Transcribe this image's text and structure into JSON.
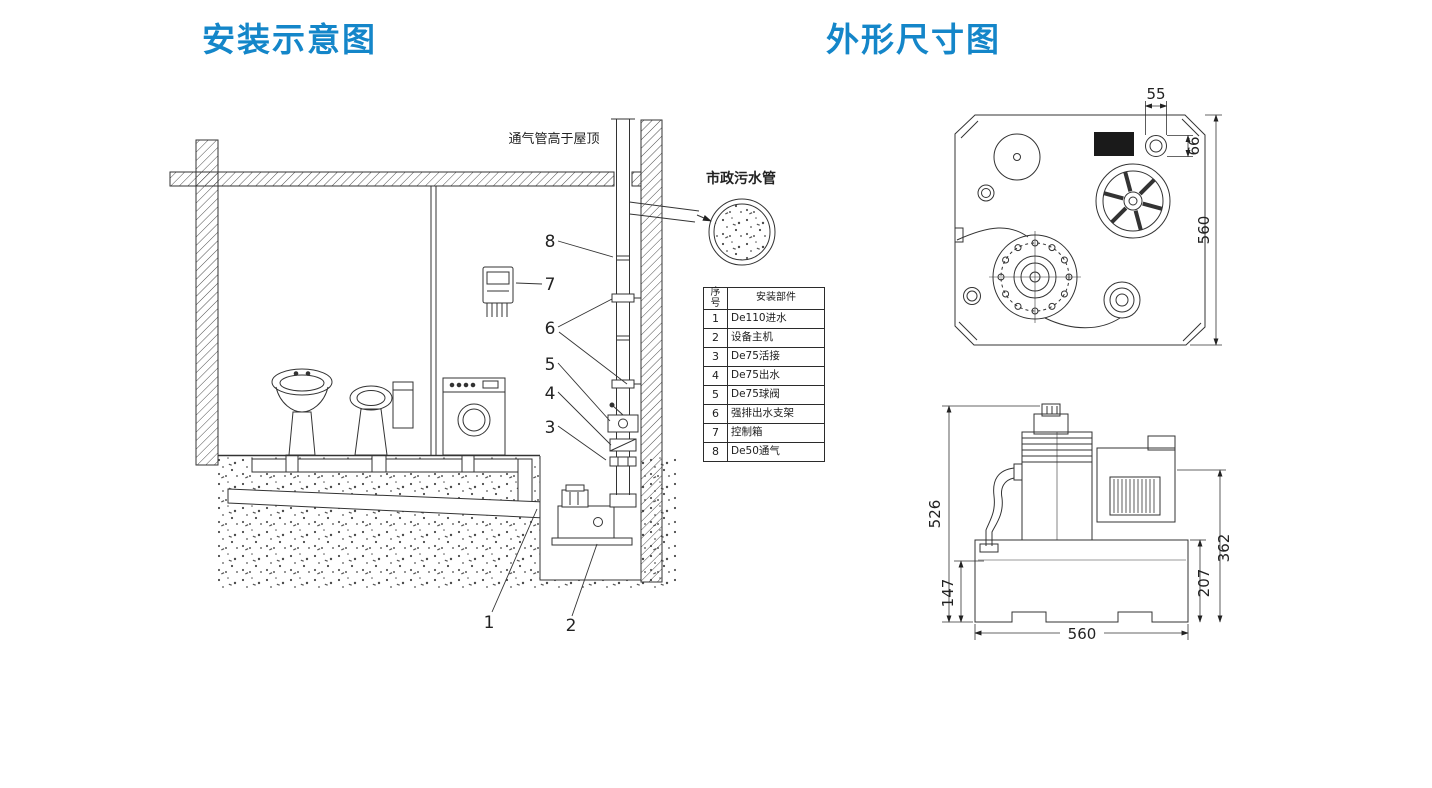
{
  "colors": {
    "title_blue": "#1486c9",
    "line": "#2b2b2b"
  },
  "left_panel": {
    "title": "安装示意图",
    "vent_label": "通气管高于屋顶",
    "municipal_label": "市政污水管",
    "callouts": [
      "1",
      "2",
      "3",
      "4",
      "5",
      "6",
      "7",
      "8"
    ],
    "parts_table": {
      "headers": [
        "序号",
        "安装部件"
      ],
      "rows": [
        {
          "no": "1",
          "part": "De110进水"
        },
        {
          "no": "2",
          "part": "设备主机"
        },
        {
          "no": "3",
          "part": "De75活接"
        },
        {
          "no": "4",
          "part": "De75出水"
        },
        {
          "no": "5",
          "part": "De75球阀"
        },
        {
          "no": "6",
          "part": "强排出水支架"
        },
        {
          "no": "7",
          "part": "控制箱"
        },
        {
          "no": "8",
          "part": "De50通气"
        }
      ]
    }
  },
  "right_panel": {
    "title": "外形尺寸图",
    "top_view_dims": {
      "small_width": "55",
      "small_height": "66",
      "depth": "560"
    },
    "side_view_dims": {
      "total_height": "526",
      "inlet_height": "147",
      "mid_height": "362",
      "tank_height": "207",
      "width": "560"
    }
  }
}
